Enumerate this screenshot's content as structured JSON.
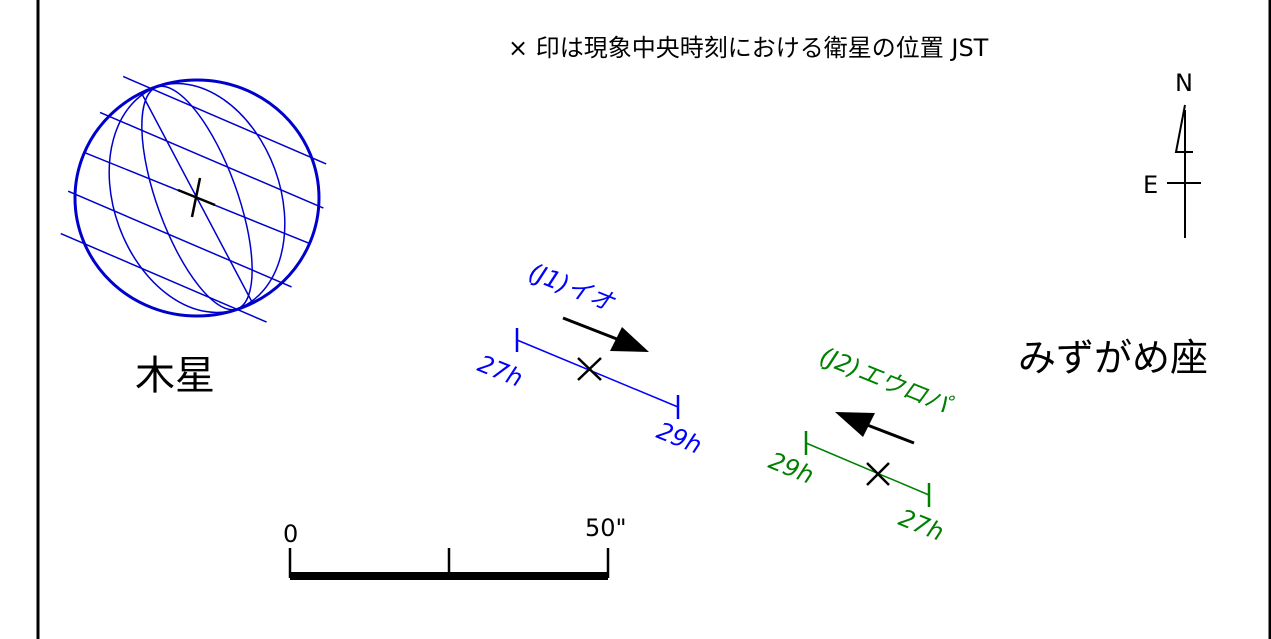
{
  "header_note": "× 印は現象中央時刻における衛星の位置  JST",
  "planet": {
    "label": "木星"
  },
  "constellation": "みずがめ座",
  "compass": {
    "north": "N",
    "east": "E"
  },
  "scale_bar": {
    "start_label": "0",
    "end_label": "50\""
  },
  "satellites": [
    {
      "name": "(J1)イオ",
      "color": "#0000ff",
      "start_label": "27h",
      "end_label": "29h"
    },
    {
      "name": "(J2)エウロパ",
      "color": "#008000",
      "start_label": "29h",
      "end_label": "27h"
    }
  ],
  "colors": {
    "frame": "#000000",
    "jupiter_grid": "#0000cc"
  }
}
